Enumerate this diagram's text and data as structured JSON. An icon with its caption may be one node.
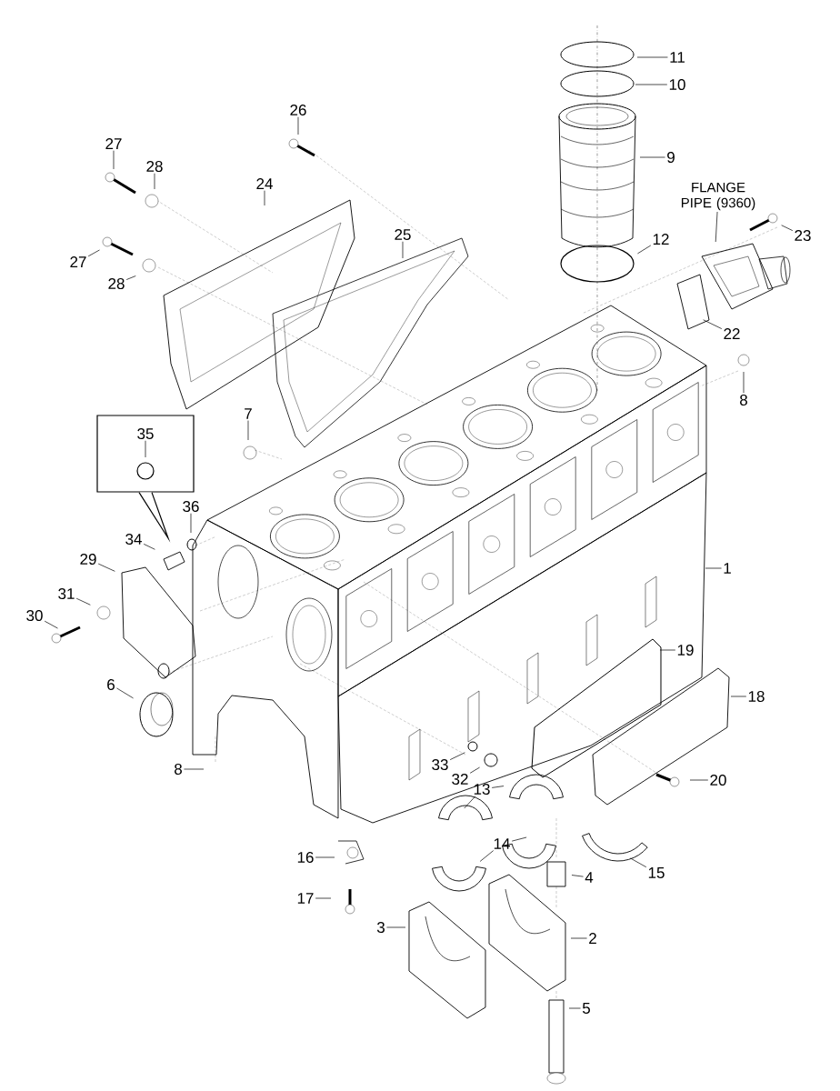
{
  "diagram": {
    "nodes": [
      {
        "text": [
          "11"
        ]
      },
      {
        "text": [
          "10"
        ]
      },
      {
        "text": [
          "26"
        ]
      },
      {
        "text": [
          "27"
        ]
      },
      {
        "text": [
          "9"
        ]
      },
      {
        "text": [
          "28"
        ]
      },
      {
        "text": [
          "24"
        ]
      },
      {
        "text": [
          "FLANGE PIPE (9360)"
        ]
      },
      {
        "text": [
          "25"
        ]
      },
      {
        "text": [
          "23"
        ]
      },
      {
        "text": [
          "12"
        ]
      },
      {
        "text": [
          "27"
        ]
      },
      {
        "text": [
          "28"
        ]
      },
      {
        "text": [
          "22"
        ]
      },
      {
        "text": [
          "8"
        ]
      },
      {
        "text": [
          "7"
        ]
      },
      {
        "text": [],
        "shape": "box"
      },
      {
        "text": [
          "35"
        ],
        "in": 16
      },
      {
        "text": [
          "36"
        ]
      },
      {
        "text": [
          "34"
        ]
      },
      {
        "text": [
          "29"
        ]
      },
      {
        "text": [
          "1"
        ]
      },
      {
        "text": [
          "31"
        ]
      },
      {
        "text": [
          "30"
        ]
      },
      {
        "text": [
          "19"
        ]
      },
      {
        "text": [
          "6"
        ]
      },
      {
        "text": [
          "18"
        ]
      },
      {
        "text": [
          "33"
        ]
      },
      {
        "text": [
          "8"
        ]
      },
      {
        "text": [
          "20"
        ]
      },
      {
        "text": [
          "32"
        ]
      },
      {
        "text": [
          "13"
        ]
      },
      {
        "text": [
          "14"
        ]
      },
      {
        "text": [
          "16"
        ]
      },
      {
        "text": [
          "15"
        ]
      },
      {
        "text": [
          "4"
        ]
      },
      {
        "text": [
          "17"
        ]
      },
      {
        "text": [
          "3"
        ]
      },
      {
        "text": [
          "2"
        ]
      },
      {
        "text": [
          "5"
        ]
      }
    ],
    "edges": [
      {
        "from": 0,
        "to": null,
        "arrow": "none"
      },
      {
        "from": 1,
        "to": null,
        "arrow": "none"
      },
      {
        "from": 2,
        "to": null,
        "arrow": "none"
      },
      {
        "from": 3,
        "to": null,
        "arrow": "none"
      },
      {
        "from": 4,
        "to": null,
        "arrow": "none"
      },
      {
        "from": 5,
        "to": null,
        "arrow": "none"
      },
      {
        "from": 6,
        "to": null,
        "arrow": "none"
      },
      {
        "from": 7,
        "to": null,
        "arrow": "none"
      },
      {
        "from": 8,
        "to": null,
        "arrow": "none"
      },
      {
        "from": 9,
        "to": null,
        "arrow": "none"
      },
      {
        "from": 10,
        "to": null,
        "arrow": "none"
      },
      {
        "from": 11,
        "to": null,
        "arrow": "none"
      },
      {
        "from": 12,
        "to": null,
        "arrow": "none"
      },
      {
        "from": 13,
        "to": null,
        "arrow": "none"
      },
      {
        "from": 14,
        "to": null,
        "arrow": "none"
      },
      {
        "from": 15,
        "to": null,
        "arrow": "none"
      },
      {
        "from": 16,
        "to": null,
        "arrow": "to"
      },
      {
        "from": 17,
        "to": null,
        "arrow": "none"
      },
      {
        "from": 18,
        "to": null,
        "arrow": "none"
      },
      {
        "from": 19,
        "to": null,
        "arrow": "none"
      },
      {
        "from": 20,
        "to": null,
        "arrow": "none"
      },
      {
        "from": 21,
        "to": null,
        "arrow": "none"
      },
      {
        "from": 22,
        "to": null,
        "arrow": "none"
      },
      {
        "from": 23,
        "to": null,
        "arrow": "none"
      },
      {
        "from": 24,
        "to": null,
        "arrow": "none"
      },
      {
        "from": 25,
        "to": null,
        "arrow": "none"
      },
      {
        "from": 26,
        "to": null,
        "arrow": "none"
      },
      {
        "from": 27,
        "to": null,
        "arrow": "none"
      },
      {
        "from": 28,
        "to": null,
        "arrow": "none"
      },
      {
        "from": 29,
        "to": null,
        "arrow": "none"
      },
      {
        "from": 30,
        "to": null,
        "arrow": "none"
      },
      {
        "from": 31,
        "to": null,
        "arrow": "none"
      },
      {
        "from": 31,
        "to": null,
        "arrow": "none"
      },
      {
        "from": 32,
        "to": null,
        "arrow": "none"
      },
      {
        "from": 32,
        "to": null,
        "arrow": "none"
      },
      {
        "from": 33,
        "to": null,
        "arrow": "none"
      },
      {
        "from": 34,
        "to": null,
        "arrow": "none"
      },
      {
        "from": 35,
        "to": null,
        "arrow": "none"
      },
      {
        "from": 36,
        "to": null,
        "arrow": "none"
      },
      {
        "from": 37,
        "to": null,
        "arrow": "none"
      },
      {
        "from": 38,
        "to": null,
        "arrow": "none"
      },
      {
        "from": 39,
        "to": null,
        "arrow": "none"
      }
    ]
  }
}
